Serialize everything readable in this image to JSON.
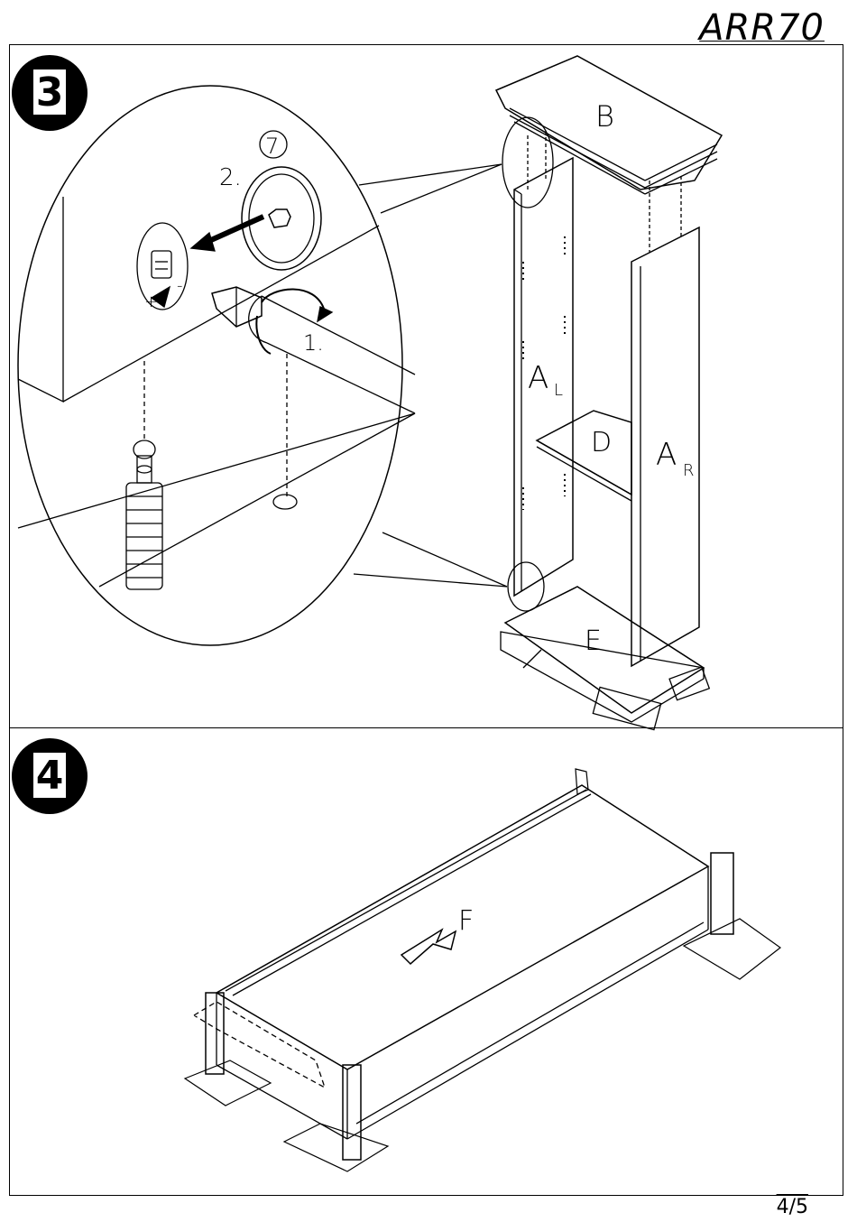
{
  "document": {
    "code": "ARR70",
    "page": "4/5"
  },
  "step3": {
    "number": "3",
    "part_b": "B",
    "part_al": "A",
    "part_al_sub": "L",
    "part_ar": "A",
    "part_ar_sub": "R",
    "part_d": "D",
    "part_e": "E",
    "callout_seven": "7",
    "step_two": "2.",
    "step_one": "1.",
    "plus": "+",
    "minus": "-"
  },
  "step4": {
    "number": "4",
    "part_f": "F"
  }
}
